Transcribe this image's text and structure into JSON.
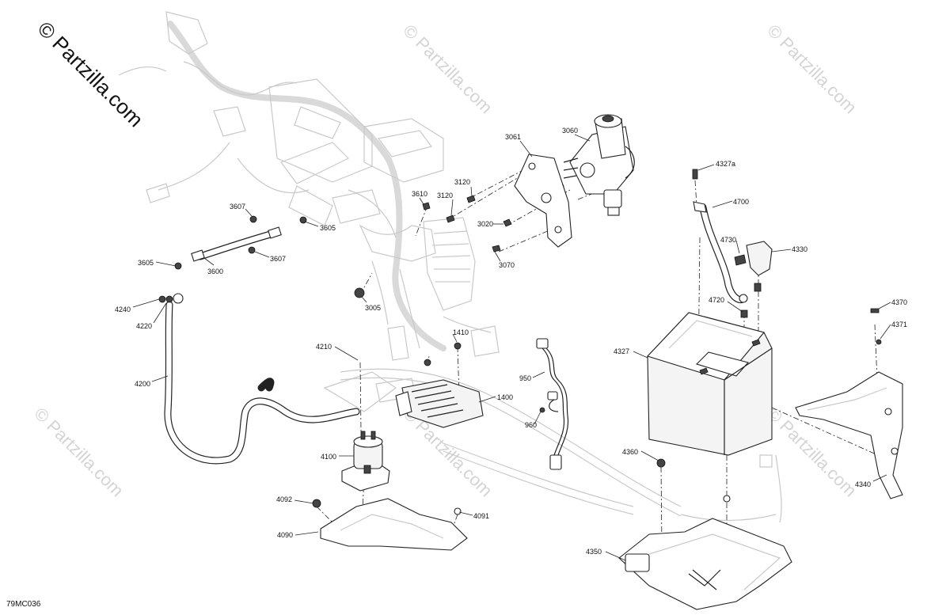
{
  "watermarks": {
    "main": "© Partzilla.com",
    "faint": "© Partzilla.com"
  },
  "drawing_code": "79MC036",
  "parts": [
    {
      "id": "p3060",
      "label": "3060"
    },
    {
      "id": "p3061",
      "label": "3061"
    },
    {
      "id": "p3120a",
      "label": "3120"
    },
    {
      "id": "p3120b",
      "label": "3120"
    },
    {
      "id": "p3610",
      "label": "3610"
    },
    {
      "id": "p3020",
      "label": "3020"
    },
    {
      "id": "p3070",
      "label": "3070"
    },
    {
      "id": "p3005",
      "label": "3005"
    },
    {
      "id": "p3607a",
      "label": "3607"
    },
    {
      "id": "p3605a",
      "label": "3605"
    },
    {
      "id": "p3607b",
      "label": "3607"
    },
    {
      "id": "p3605b",
      "label": "3605"
    },
    {
      "id": "p3600",
      "label": "3600"
    },
    {
      "id": "p4240",
      "label": "4240"
    },
    {
      "id": "p4220",
      "label": "4220"
    },
    {
      "id": "p4200",
      "label": "4200"
    },
    {
      "id": "p4210",
      "label": "4210"
    },
    {
      "id": "p1410",
      "label": "1410"
    },
    {
      "id": "p1400",
      "label": "1400"
    },
    {
      "id": "p950",
      "label": "950"
    },
    {
      "id": "p960",
      "label": "960"
    },
    {
      "id": "p4100",
      "label": "4100"
    },
    {
      "id": "p4092",
      "label": "4092"
    },
    {
      "id": "p4091",
      "label": "4091"
    },
    {
      "id": "p4090",
      "label": "4090"
    },
    {
      "id": "p4327a",
      "label": "4327a"
    },
    {
      "id": "p4700",
      "label": "4700"
    },
    {
      "id": "p4730",
      "label": "4730"
    },
    {
      "id": "p4330",
      "label": "4330"
    },
    {
      "id": "p4720",
      "label": "4720"
    },
    {
      "id": "p4327",
      "label": "4327"
    },
    {
      "id": "p4370",
      "label": "4370"
    },
    {
      "id": "p4371",
      "label": "4371"
    },
    {
      "id": "p4340",
      "label": "4340"
    },
    {
      "id": "p4360",
      "label": "4360"
    },
    {
      "id": "p4350",
      "label": "4350"
    }
  ]
}
